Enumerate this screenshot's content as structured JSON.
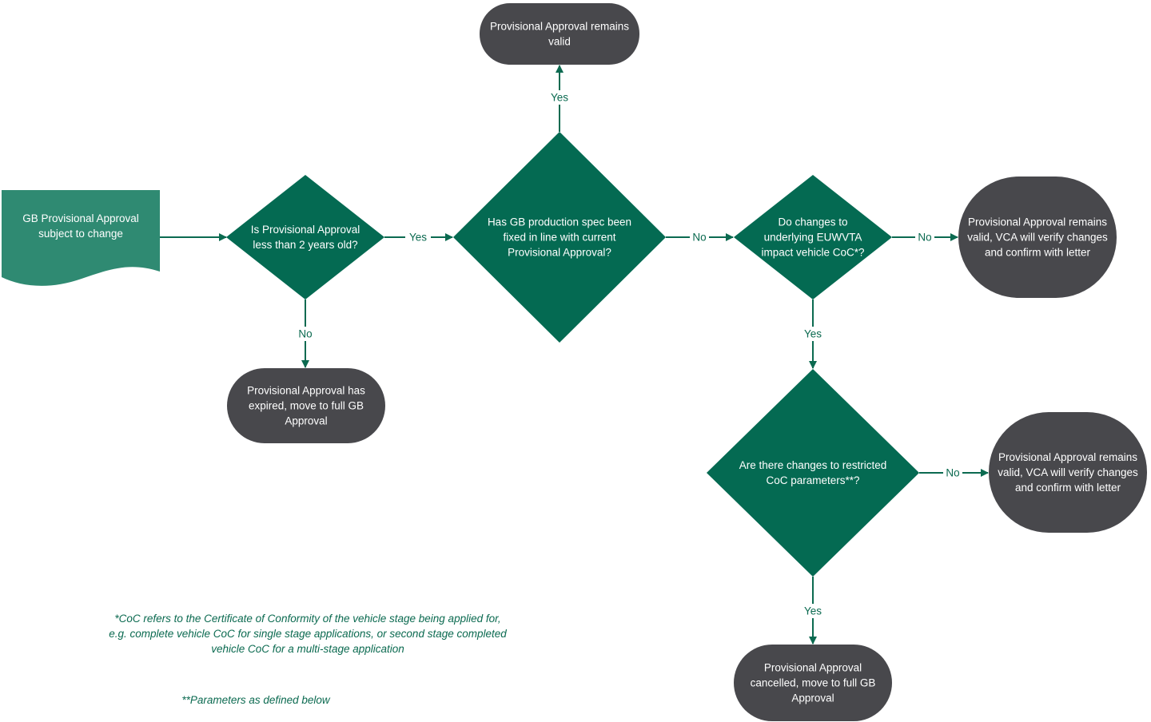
{
  "colors": {
    "decision_fill": "#046a52",
    "document_fill": "#2f8a72",
    "terminal_fill": "#48484c",
    "connector": "#0b6a50",
    "text_on_shape": "#ffffff",
    "label_text": "#0b6a50"
  },
  "nodes": {
    "start": [
      "GB Provisional Approval",
      "subject to change"
    ],
    "q_age": [
      "Is Provisional Approval",
      "less than 2 years old?"
    ],
    "q_spec": [
      "Has GB production spec been",
      "fixed in line with current",
      "Provisional Approval?"
    ],
    "q_euwvta": [
      "Do changes to",
      "underlying EUWVTA",
      "impact vehicle CoC*?"
    ],
    "q_restricted": [
      "Are there changes to restricted",
      "CoC parameters**?"
    ],
    "t_valid": [
      "Provisional Approval remains",
      "valid"
    ],
    "t_expired": [
      "Provisional Approval has",
      "expired, move to full GB",
      "Approval"
    ],
    "t_verify_1": [
      "Provisional Approval remains",
      "valid, VCA will verify changes",
      "and confirm with letter"
    ],
    "t_verify_2": [
      "Provisional Approval remains",
      "valid, VCA will verify changes",
      "and confirm with letter"
    ],
    "t_cancelled": [
      "Provisional Approval",
      "cancelled, move to full GB",
      "Approval"
    ]
  },
  "edges": {
    "start_to_age": "",
    "age_yes": "Yes",
    "age_no": "No",
    "spec_yes": "Yes",
    "spec_no": "No",
    "euwvta_no": "No",
    "euwvta_yes": "Yes",
    "restricted_no": "No",
    "restricted_yes": "Yes"
  },
  "footnotes": {
    "coc_note": [
      "*CoC refers to the Certificate of Conformity of the vehicle stage being applied for,",
      "e.g. complete vehicle CoC for single stage applications, or second stage completed",
      "vehicle CoC for a multi-stage application"
    ],
    "params_note": "**Parameters as defined below"
  }
}
